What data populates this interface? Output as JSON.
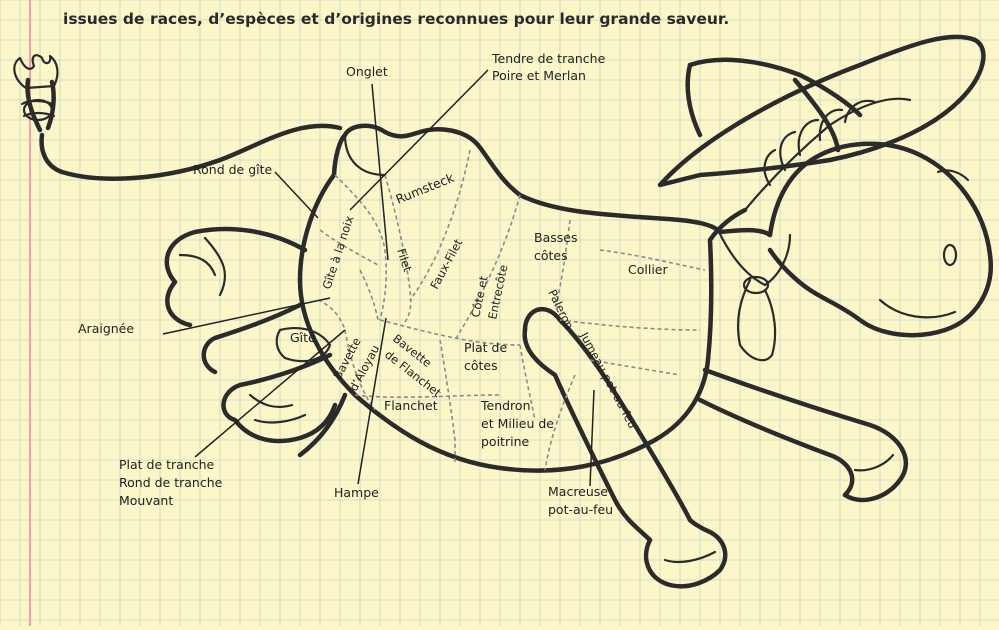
{
  "header": {
    "text": "issues de races, d’espèces et d’origines reconnues pour leur grande saveur."
  },
  "cuts": {
    "onglet": "Onglet",
    "tendre_de_tranche": [
      "Tendre de tranche",
      "Poire et Merlan"
    ],
    "rond_de_gite": "Rond de gîte",
    "rumsteck": "Rumsteck",
    "gite_a_la_noix": "Gîte à la noix",
    "filet": "Filet",
    "faux_filet": "Faux-Filet",
    "basses_cotes": [
      "Basses",
      "côtes"
    ],
    "collier": "Collier",
    "cote_entrecote": [
      "Côte et",
      "Entrecôte"
    ],
    "araignee": "Araignée",
    "gite": "Gîte",
    "paleron": "Paleron",
    "jumeau": "Jumeau pot-au-feu",
    "bavette_aloyau": [
      "Bavette",
      "d’Aloyau"
    ],
    "bavette_flanchet": [
      "Bavette",
      "de Flanchet"
    ],
    "plat_de_cotes": [
      "Plat de",
      "côtes"
    ],
    "flanchet": "Flanchet",
    "tendron": [
      "Tendron",
      "et Milieu de",
      "poitrine"
    ],
    "plat_de_tranche": [
      "Plat de tranche",
      "Rond de tranche",
      "Mouvant"
    ],
    "hampe": "Hampe",
    "macreuse": [
      "Macreuse",
      "pot-au-feu"
    ]
  },
  "colors": {
    "paper": "#fdf6c8",
    "grid": "#b8d8c4",
    "margin_line": "#f0a0a8",
    "ink": "#2b2b2b"
  }
}
